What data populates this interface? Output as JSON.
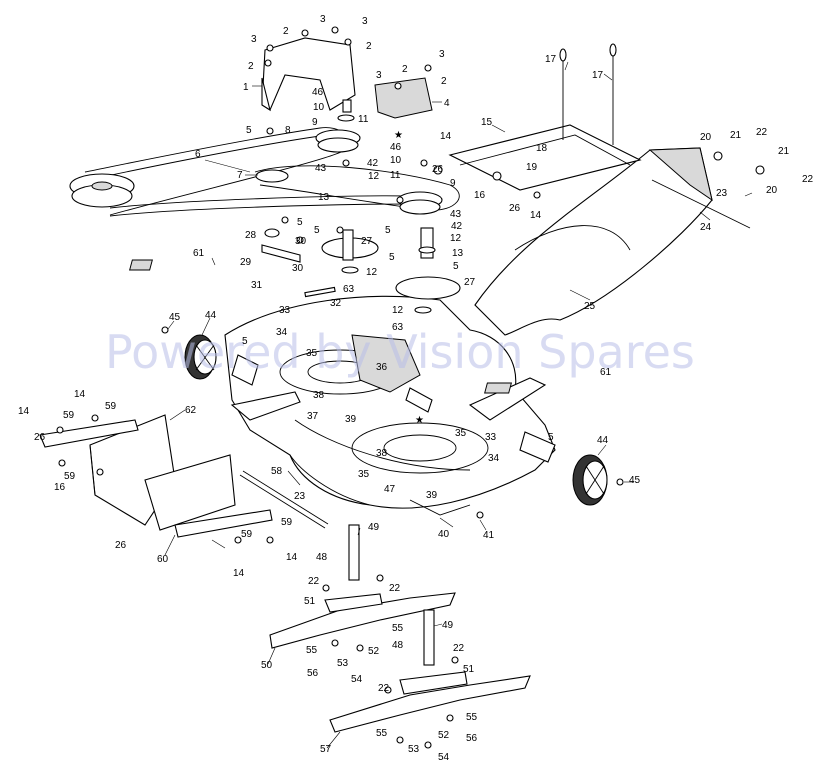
{
  "watermark": "Powered by Vision Spares",
  "callouts": {
    "c1": "1",
    "c2a": "2",
    "c2b": "2",
    "c2c": "2",
    "c2d": "2",
    "c2e": "2",
    "c3a": "3",
    "c3b": "3",
    "c3c": "3",
    "c3d": "3",
    "c3e": "3",
    "c4": "4",
    "c5a": "5",
    "c5b": "5",
    "c5c": "5",
    "c5d": "5",
    "c5e": "5",
    "c5f": "5",
    "c5g": "5",
    "c6": "6",
    "c7": "7",
    "c8": "8",
    "c9a": "9",
    "c9b": "9",
    "c10a": "10",
    "c10b": "10",
    "c11a": "11",
    "c11b": "11",
    "c12a": "12",
    "c12b": "12",
    "c12c": "12",
    "c12d": "12",
    "c13a": "13",
    "c13b": "13",
    "c14a": "14",
    "c14b": "14",
    "c14c": "14",
    "c14d": "14",
    "c14e": "14",
    "c14f": "14",
    "c15": "15",
    "c16a": "16",
    "c16b": "16",
    "c17a": "17",
    "c17b": "17",
    "c18": "18",
    "c19": "19",
    "c20a": "20",
    "c20b": "20",
    "c21a": "21",
    "c21b": "21",
    "c22a": "22",
    "c22b": "22",
    "c22c": "22",
    "c22d": "22",
    "c22e": "22",
    "c22f": "22",
    "c23a": "23",
    "c23b": "23",
    "c24": "24",
    "c25": "25",
    "c26a": "26",
    "c26b": "26",
    "c26c": "26",
    "c26d": "26",
    "c27a": "27",
    "c27b": "27",
    "c28": "28",
    "c29": "29",
    "c30a": "30",
    "c30b": "30",
    "c31": "31",
    "c32": "32",
    "c33a": "33",
    "c33b": "33",
    "c34a": "34",
    "c34b": "34",
    "c35a": "35",
    "c35b": "35",
    "c35c": "35",
    "c36": "36",
    "c37": "37",
    "c38a": "38",
    "c38b": "38",
    "c39a": "39",
    "c39b": "39",
    "c40": "40",
    "c41": "41",
    "c42a": "42",
    "c42b": "42",
    "c43a": "43",
    "c43b": "43",
    "c44a": "44",
    "c44b": "44",
    "c45a": "45",
    "c45b": "45",
    "c46a": "46",
    "c46b": "46",
    "c47": "47",
    "c48a": "48",
    "c48b": "48",
    "c49a": "49",
    "c49b": "49",
    "c50": "50",
    "c51a": "51",
    "c51b": "51",
    "c52a": "52",
    "c52b": "52",
    "c53a": "53",
    "c53b": "53",
    "c54a": "54",
    "c54b": "54",
    "c55a": "55",
    "c55b": "55",
    "c55c": "55",
    "c55d": "55",
    "c56a": "56",
    "c56b": "56",
    "c57": "57",
    "c58": "58",
    "c59a": "59",
    "c59b": "59",
    "c59c": "59",
    "c59d": "59",
    "c59e": "59",
    "c60": "60",
    "c61a": "61",
    "c61b": "61",
    "c62": "62",
    "c63a": "63",
    "c63b": "63"
  }
}
